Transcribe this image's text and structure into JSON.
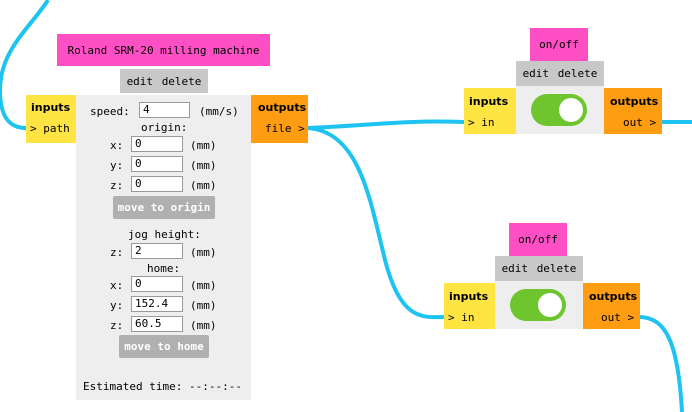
{
  "colors": {
    "wire": "#1ec3f1",
    "title_bg": "#ff4fc4",
    "inputs_bg": "#ffe442",
    "outputs_bg": "#ff9d12",
    "panel_bg": "#eeeeee",
    "edit_bg": "#c8c8c8",
    "toggle_on": "#6ec52e"
  },
  "mill": {
    "title": "Roland SRM-20 milling machine",
    "edit": "edit",
    "delete": "delete",
    "inputs_label": "inputs",
    "input_port": "> path",
    "outputs_label": "outputs",
    "output_port": "file >",
    "speed_label": "speed:",
    "speed_value": "4",
    "speed_unit": "(mm/s)",
    "origin_label": "origin:",
    "origin": [
      {
        "axis": "x:",
        "value": "0",
        "unit": "(mm)"
      },
      {
        "axis": "y:",
        "value": "0",
        "unit": "(mm)"
      },
      {
        "axis": "z:",
        "value": "0",
        "unit": "(mm)"
      }
    ],
    "move_to_origin": "move to origin",
    "jog_label": "jog height:",
    "jog": {
      "axis": "z:",
      "value": "2",
      "unit": "(mm)"
    },
    "home_label": "home:",
    "home": [
      {
        "axis": "x:",
        "value": "0",
        "unit": "(mm)"
      },
      {
        "axis": "y:",
        "value": "152.4",
        "unit": "(mm)"
      },
      {
        "axis": "z:",
        "value": "60.5",
        "unit": "(mm)"
      }
    ],
    "move_to_home": "move to home",
    "estimated_time": "Estimated time: --:--:--"
  },
  "onoff1": {
    "title": "on/off",
    "edit": "edit",
    "delete": "delete",
    "inputs_label": "inputs",
    "input_port": "> in",
    "outputs_label": "outputs",
    "output_port": "out >",
    "state": "on"
  },
  "onoff2": {
    "title": "on/off",
    "edit": "edit",
    "delete": "delete",
    "inputs_label": "inputs",
    "input_port": "> in",
    "outputs_label": "outputs",
    "output_port": "out >",
    "state": "on"
  }
}
